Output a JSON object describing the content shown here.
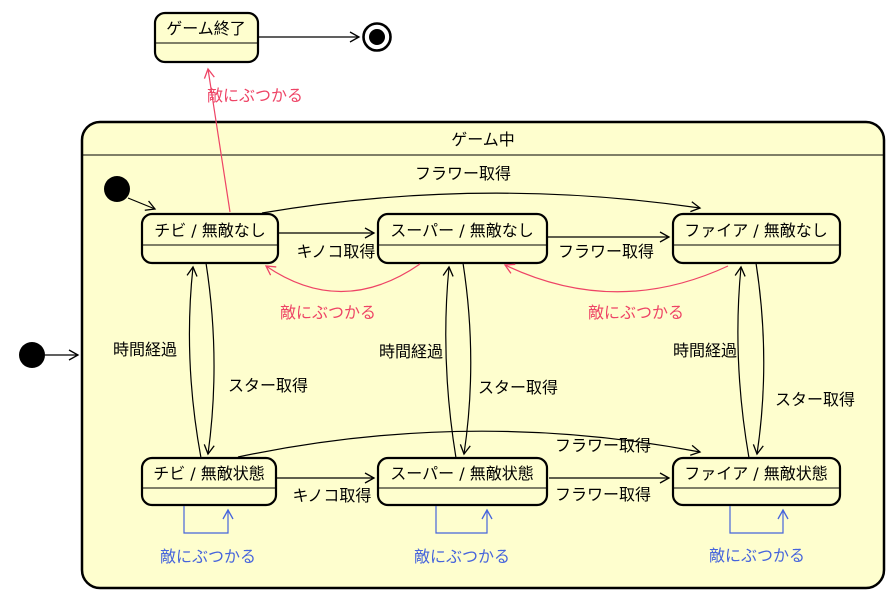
{
  "colors": {
    "state_fill": "#FEFECE",
    "state_border": "#000000",
    "arrow_default": "#000000",
    "arrow_danger": "#EE4466",
    "arrow_invincible_self": "#4664DC",
    "background": "#FFFFFF"
  },
  "composite_state": {
    "title": "ゲーム中"
  },
  "states": {
    "game_over": {
      "label": "ゲーム終了"
    },
    "chibi_normal": {
      "label": "チビ / 無敵なし"
    },
    "super_normal": {
      "label": "スーパー / 無敵なし"
    },
    "fire_normal": {
      "label": "ファイア / 無敵なし"
    },
    "chibi_invincible": {
      "label": "チビ / 無敵状態"
    },
    "super_invincible": {
      "label": "スーパー / 無敵状態"
    },
    "fire_invincible": {
      "label": "ファイア / 無敵状態"
    }
  },
  "events": {
    "get_mushroom": "キノコ取得",
    "get_flower": "フラワー取得",
    "get_star": "スター取得",
    "time_elapsed": "時間経過",
    "hit_enemy": "敵にぶつかる"
  }
}
